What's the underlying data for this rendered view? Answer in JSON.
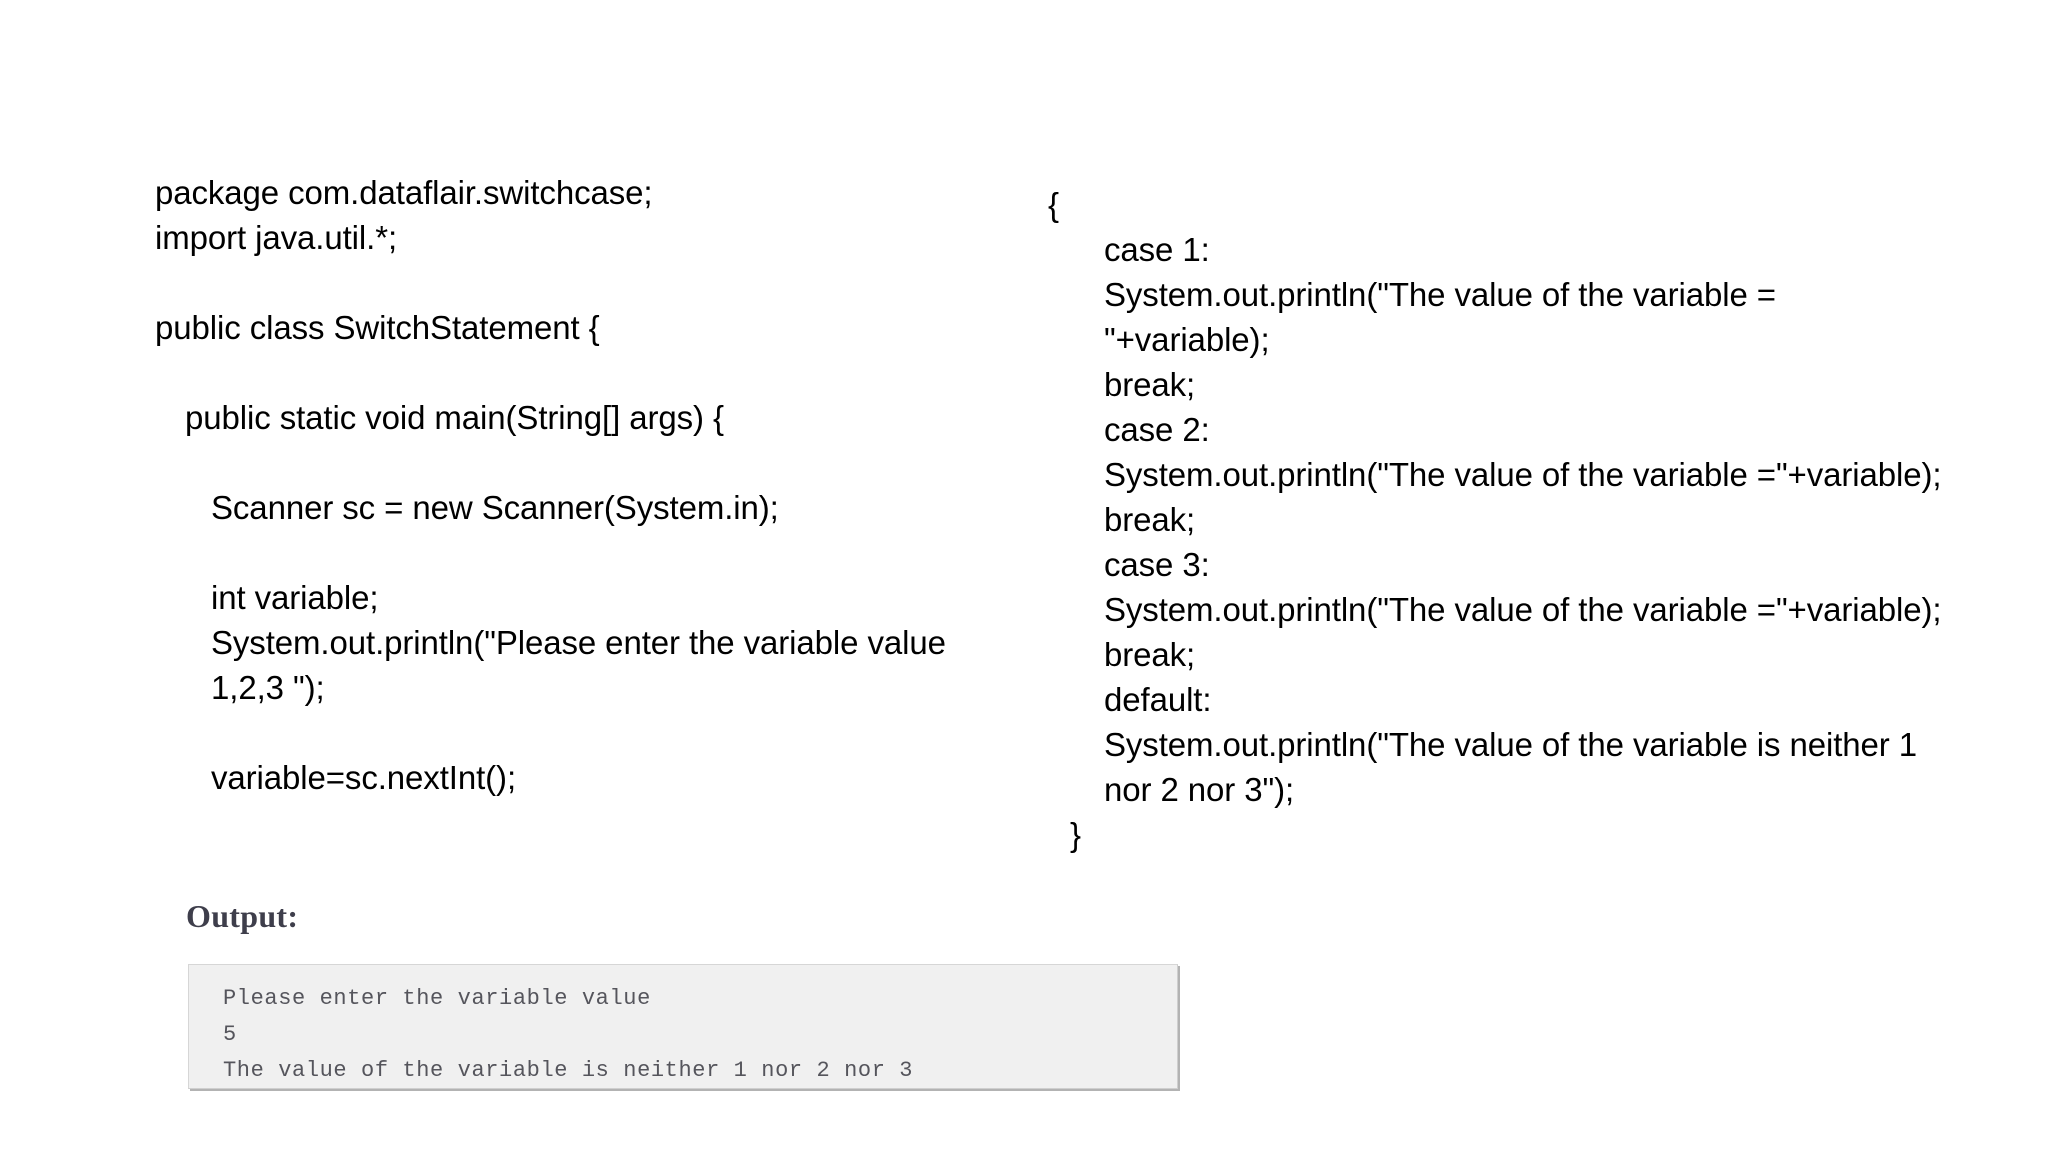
{
  "slide": {
    "background_color": "#ffffff",
    "text_color": "#000000"
  },
  "code": {
    "left_column": [
      {
        "text": "package com.dataflair.switchcase;",
        "indent": 0
      },
      {
        "text": "import java.util.*;",
        "indent": 0
      },
      {
        "text": "",
        "indent": 0
      },
      {
        "text": "public class SwitchStatement {",
        "indent": 0
      },
      {
        "text": "",
        "indent": 0
      },
      {
        "text": "public static void main(String[] args) {",
        "indent": 1
      },
      {
        "text": "",
        "indent": 0
      },
      {
        "text": "Scanner sc = new Scanner(System.in);",
        "indent": 2
      },
      {
        "text": "",
        "indent": 0
      },
      {
        "text": "int variable;",
        "indent": 2
      },
      {
        "text": "System.out.println(\"Please enter the variable value 1,2,3 \");",
        "indent": 2
      },
      {
        "text": "",
        "indent": 0
      },
      {
        "text": "variable=sc.nextInt();",
        "indent": 2
      }
    ],
    "right_column": [
      {
        "text": "{",
        "indent": 0
      },
      {
        "text": "case 1:",
        "indent": 2
      },
      {
        "text": "System.out.println(\"The value of the variable = \"+variable);",
        "indent": 2
      },
      {
        "text": "break;",
        "indent": 2
      },
      {
        "text": "case 2:",
        "indent": 2
      },
      {
        "text": "System.out.println(\"The value of the variable =\"+variable);",
        "indent": 2
      },
      {
        "text": "break;",
        "indent": 2
      },
      {
        "text": "case 3:",
        "indent": 2
      },
      {
        "text": "System.out.println(\"The value of the variable =\"+variable);",
        "indent": 2
      },
      {
        "text": "break;",
        "indent": 2
      },
      {
        "text": "default:",
        "indent": 2
      },
      {
        "text": "System.out.println(\"The value of the variable is neither 1 nor 2 nor 3\");",
        "indent": 2
      },
      {
        "text": "}",
        "indent": 3
      },
      {
        "text": "",
        "indent": 0
      },
      {
        "text": "}",
        "indent": 0
      }
    ]
  },
  "output": {
    "heading": "Output:",
    "heading_color": "#3e3e4b",
    "box_background": "#f0f0f0",
    "box_border_color": "#d6d6d6",
    "text_color": "#55555c",
    "lines": [
      "Please enter the variable value",
      "5",
      "The value of the variable is neither 1 nor 2 nor 3"
    ]
  }
}
